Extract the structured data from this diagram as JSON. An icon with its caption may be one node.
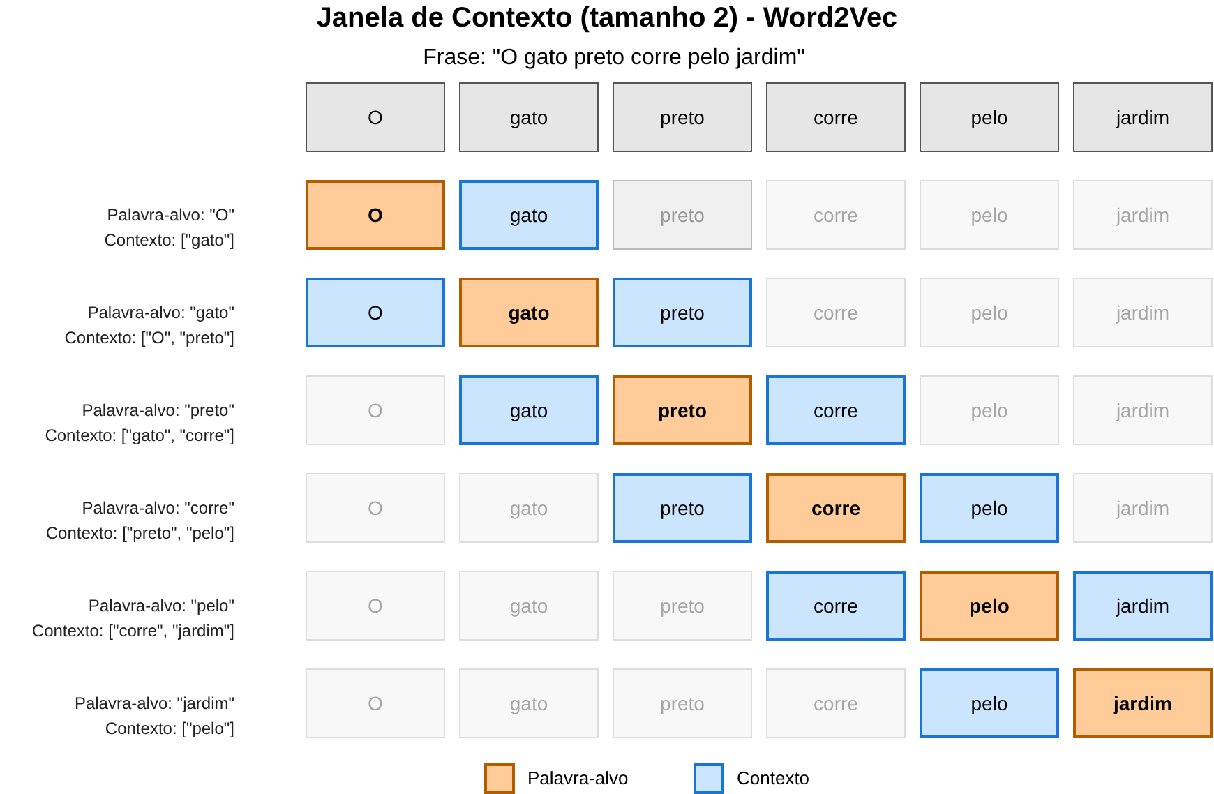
{
  "diagram": {
    "title": "Janela de Contexto (tamanho 2) - Word2Vec",
    "nodes": [
      {
        "text": [
          "O"
        ]
      },
      {
        "text": [
          "gato"
        ]
      },
      {
        "text": [
          "preto"
        ]
      },
      {
        "text": [
          "corre"
        ]
      },
      {
        "text": [
          "pelo"
        ]
      },
      {
        "text": [
          "jardim"
        ]
      },
      {
        "text": [
          "O"
        ]
      },
      {
        "text": [
          "gato"
        ]
      },
      {
        "text": [
          "preto"
        ]
      },
      {
        "text": [
          "corre"
        ]
      },
      {
        "text": [
          "pelo"
        ]
      },
      {
        "text": [
          "jardim"
        ]
      },
      {
        "text": [
          "O"
        ]
      },
      {
        "text": [
          "gato"
        ]
      },
      {
        "text": [
          "preto"
        ]
      },
      {
        "text": [
          "corre"
        ]
      },
      {
        "text": [
          "pelo"
        ]
      },
      {
        "text": [
          "jardim"
        ]
      },
      {
        "text": [
          "O"
        ]
      },
      {
        "text": [
          "gato"
        ]
      },
      {
        "text": [
          "preto"
        ]
      },
      {
        "text": [
          "corre"
        ]
      },
      {
        "text": [
          "pelo"
        ]
      },
      {
        "text": [
          "jardim"
        ]
      },
      {
        "text": [
          "O"
        ]
      },
      {
        "text": [
          "gato"
        ]
      },
      {
        "text": [
          "preto"
        ]
      },
      {
        "text": [
          "corre"
        ]
      },
      {
        "text": [
          "pelo"
        ]
      },
      {
        "text": [
          "jardim"
        ]
      },
      {
        "text": [
          "O"
        ]
      },
      {
        "text": [
          "gato"
        ]
      },
      {
        "text": [
          "preto"
        ]
      },
      {
        "text": [
          "corre"
        ]
      },
      {
        "text": [
          "pelo"
        ]
      },
      {
        "text": [
          "jardim"
        ]
      },
      {
        "text": [
          "O"
        ]
      },
      {
        "text": [
          "gato"
        ]
      },
      {
        "text": [
          "preto"
        ]
      },
      {
        "text": [
          "corre"
        ]
      },
      {
        "text": [
          "pelo"
        ]
      },
      {
        "text": [
          "jardim"
        ]
      }
    ],
    "labels": [
      "Frase: \"O gato preto corre pelo jardim\"",
      "Palavra-alvo: \"O\"",
      "Contexto: [\"gato\"]",
      "Palavra-alvo: \"gato\"",
      "Contexto: [\"O\", \"preto\"]",
      "Palavra-alvo: \"preto\"",
      "Contexto: [\"gato\", \"corre\"]",
      "Palavra-alvo: \"corre\"",
      "Contexto: [\"preto\", \"pelo\"]",
      "Palavra-alvo: \"pelo\"",
      "Contexto: [\"corre\", \"jardim\"]",
      "Palavra-alvo: \"jardim\"",
      "Contexto: [\"pelo\"]"
    ],
    "legend": [
      {
        "text": "Palavra-alvo",
        "color": "#ffcc99"
      },
      {
        "text": "Contexto",
        "color": "#cce5ff"
      }
    ]
  }
}
